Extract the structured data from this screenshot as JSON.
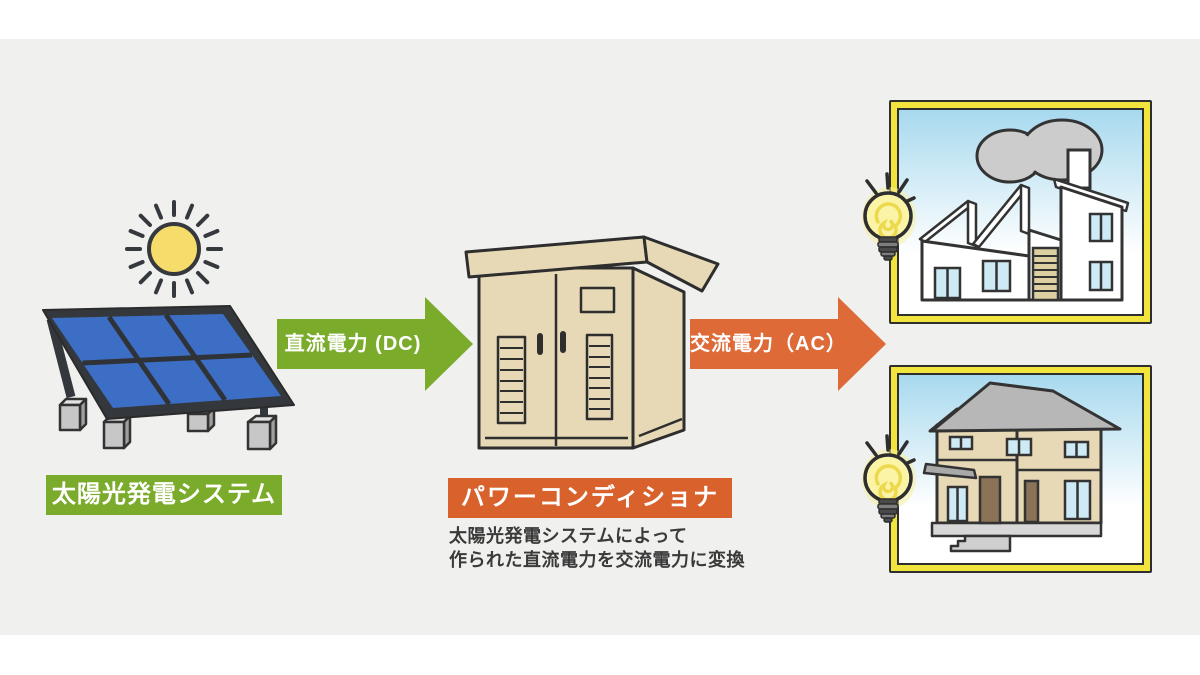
{
  "diagram": {
    "solar": {
      "label": "太陽光発電システム"
    },
    "dc_arrow": {
      "label": "直流電力 (DC)"
    },
    "converter": {
      "label": "パワーコンディショナ",
      "caption_line1": "太陽光発電システムによって",
      "caption_line2": "作られた直流電力を交流電力に変換"
    },
    "ac_arrow": {
      "label": "交流電力（AC）"
    }
  },
  "icons": {
    "sun": "sun-icon",
    "lightbulb": "lightbulb-icon",
    "solar_panel": "solar-panel-illustration",
    "power_conditioner": "power-conditioner-illustration",
    "factory": "factory-illustration",
    "house": "house-illustration"
  },
  "colors": {
    "canvas_bg": "#f0f0ee",
    "green": "#7bab2b",
    "orange_arrow": "#dd6a37",
    "orange_label": "#d8612c",
    "panel_blue": "#3d6ec5",
    "panel_frame": "#34383c",
    "cabinet_tan": "#e7d9b6",
    "card_border_yellow": "#f1e53d",
    "sky_blue": "#a7d9ee",
    "window_blue": "#cdeaf5",
    "roof_gray": "#b7b7b7",
    "wall_tan": "#e8d9b6",
    "door_brown": "#8a7357",
    "smoke_gray": "#cdcccc",
    "arrow_text": "#ffffff",
    "caption_text": "#3a3a3a",
    "outline_dark": "#2e2e2e"
  }
}
